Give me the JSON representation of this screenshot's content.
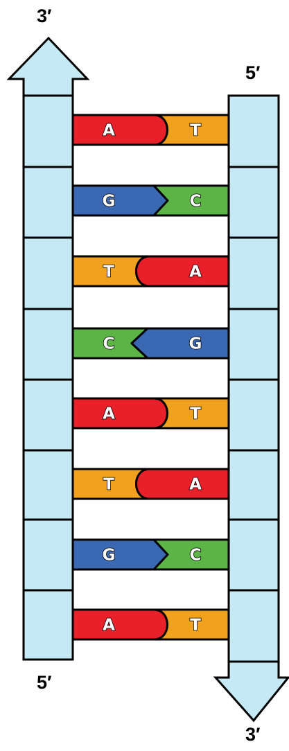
{
  "labels": {
    "left_top": "3′",
    "left_bottom": "5′",
    "right_top": "5′",
    "right_bottom": "3′"
  },
  "colors": {
    "backbone": "#c5e9f5",
    "A": "#e8202a",
    "T": "#f0a21e",
    "G": "#3a68b2",
    "C": "#5cb346",
    "outline": "#000000"
  },
  "base_pairs": [
    {
      "left": "A",
      "right": "T"
    },
    {
      "left": "G",
      "right": "C"
    },
    {
      "left": "T",
      "right": "A"
    },
    {
      "left": "C",
      "right": "G"
    },
    {
      "left": "A",
      "right": "T"
    },
    {
      "left": "T",
      "right": "A"
    },
    {
      "left": "G",
      "right": "C"
    },
    {
      "left": "A",
      "right": "T"
    }
  ]
}
